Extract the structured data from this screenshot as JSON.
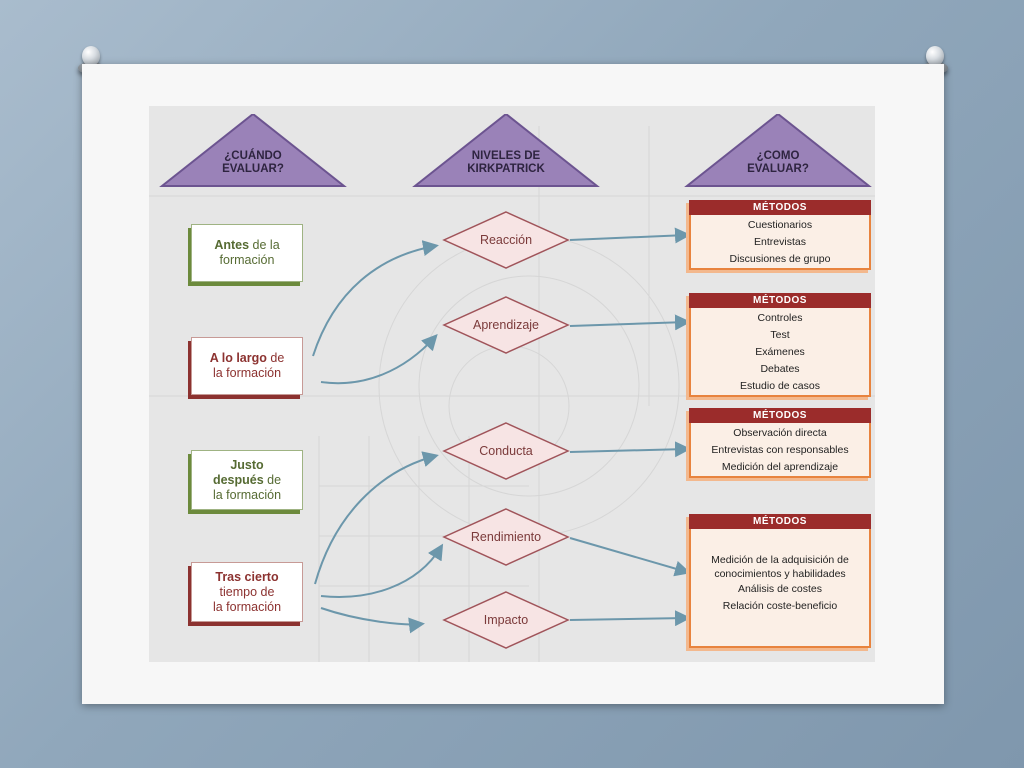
{
  "columns": {
    "when": "¿CUÁNDO\nEVALUAR?",
    "levels": "NIVELES DE\nKIRKPATRICK",
    "how": "¿COMO\nEVALUAR?"
  },
  "when_boxes": [
    {
      "bold": "Antes",
      "rest1": " de la",
      "rest2": "formación"
    },
    {
      "bold": "A lo largo",
      "rest1": " de",
      "rest2": "la formación"
    },
    {
      "bold": "Justo",
      "bold2": "después",
      "rest1": " de",
      "rest2": "la formación"
    },
    {
      "bold": "Tras cierto",
      "rest1": "tiempo de",
      "rest2": "la formación"
    }
  ],
  "levels": [
    "Reacción",
    "Aprendizaje",
    "Conducta",
    "Rendimiento",
    "Impacto"
  ],
  "methods": [
    {
      "title": "MÉTODOS",
      "items": [
        "Cuestionarios",
        "Entrevistas",
        "Discusiones de grupo"
      ]
    },
    {
      "title": "MÉTODOS",
      "items": [
        "Controles",
        "Test",
        "Exámenes",
        "Debates",
        "Estudio de casos"
      ]
    },
    {
      "title": "MÉTODOS",
      "items": [
        "Observación directa",
        "Entrevistas con responsables",
        "Medición del aprendizaje"
      ]
    },
    {
      "title": "MÉTODOS",
      "items": [
        "Medición de la adquisición de",
        "conocimientos y habilidades",
        "Análisis de costes",
        "Relación coste-beneficio"
      ]
    }
  ],
  "colors": {
    "triangle": "#9a82b8",
    "diamond_fill": "#f7e4e4",
    "diamond_stroke": "#a0545a",
    "arrow": "#6c97ab",
    "method_header": "#9b2c2b",
    "method_border": "#e8833e"
  }
}
